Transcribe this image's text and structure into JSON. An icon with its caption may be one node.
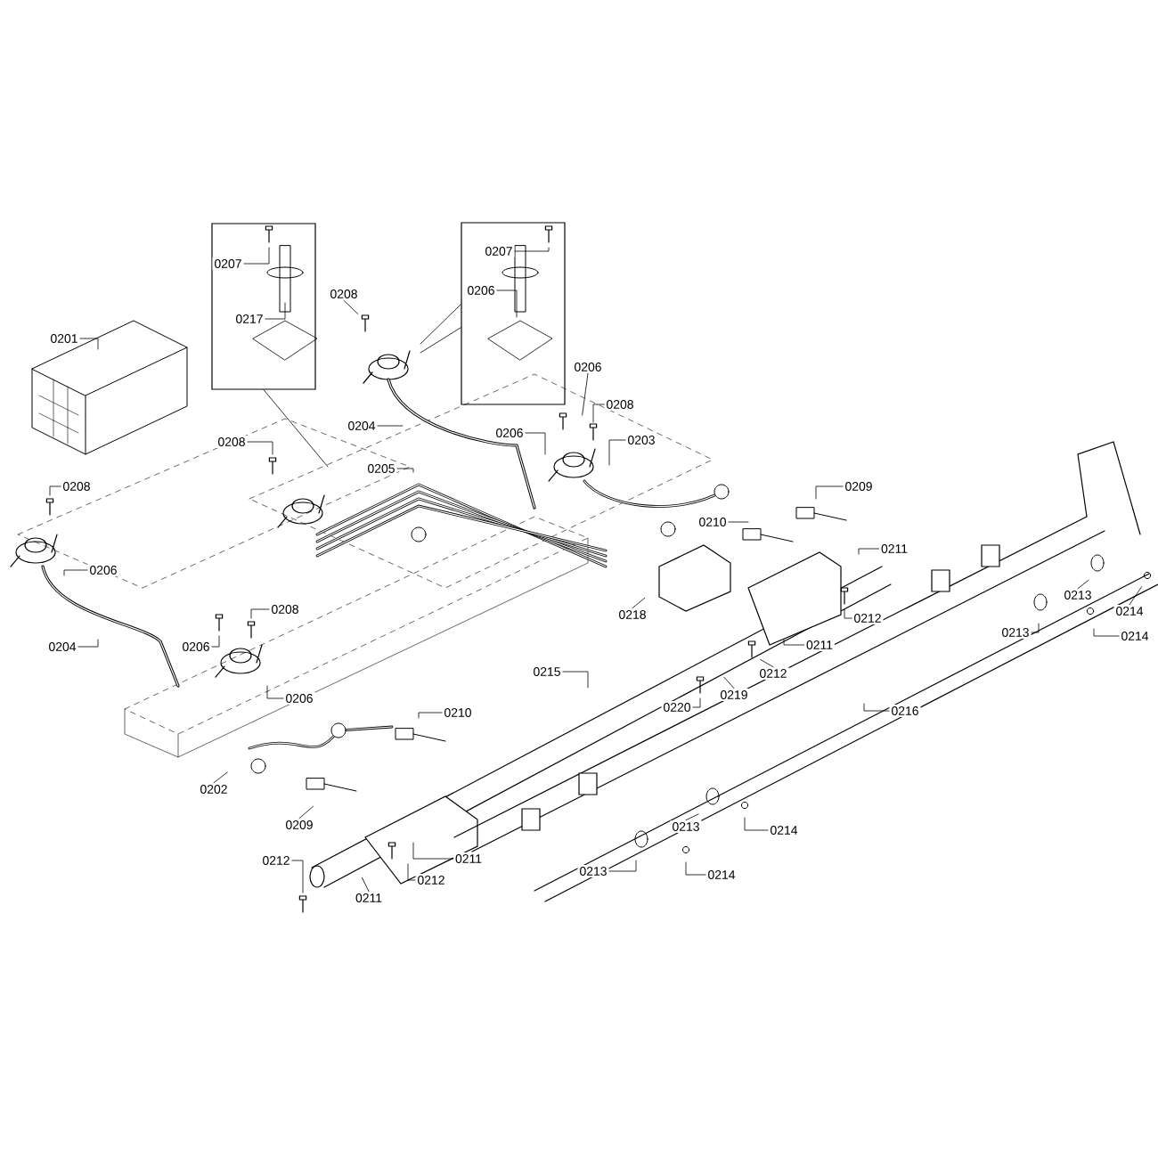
{
  "diagram": {
    "nodes": [
      {
        "text": [],
        "shape": "box"
      },
      {
        "text": [
          "0207"
        ],
        "in": 0
      },
      {
        "text": [
          "0217"
        ],
        "in": 0
      },
      {
        "text": [],
        "shape": "box"
      },
      {
        "text": [
          "0207"
        ],
        "in": 3
      },
      {
        "text": [
          "0206"
        ],
        "in": 3
      },
      {
        "text": [
          "0208"
        ]
      },
      {
        "text": [
          "0201"
        ]
      },
      {
        "text": [
          "0206"
        ]
      },
      {
        "text": [
          "0208"
        ]
      },
      {
        "text": [
          "0204"
        ]
      },
      {
        "text": [
          "0206"
        ]
      },
      {
        "text": [
          "0203"
        ]
      },
      {
        "text": [
          "0208"
        ]
      },
      {
        "text": [
          "0205"
        ]
      },
      {
        "text": [
          "0208"
        ]
      },
      {
        "text": [
          "0209"
        ]
      },
      {
        "text": [
          "0210"
        ]
      },
      {
        "text": [
          "0211"
        ]
      },
      {
        "text": [
          "0206"
        ]
      },
      {
        "text": [
          "0208"
        ]
      },
      {
        "text": [
          "0213"
        ]
      },
      {
        "text": [
          "0214"
        ]
      },
      {
        "text": [
          "0218"
        ]
      },
      {
        "text": [
          "0212"
        ]
      },
      {
        "text": [
          "0213"
        ]
      },
      {
        "text": [
          "0214"
        ]
      },
      {
        "text": [
          "0206"
        ]
      },
      {
        "text": [
          "0204"
        ]
      },
      {
        "text": [
          "0211"
        ]
      },
      {
        "text": [
          "0215"
        ]
      },
      {
        "text": [
          "0212"
        ]
      },
      {
        "text": [
          "0219"
        ]
      },
      {
        "text": [
          "0206"
        ]
      },
      {
        "text": [
          "0220"
        ]
      },
      {
        "text": [
          "0216"
        ]
      },
      {
        "text": [
          "0210"
        ]
      },
      {
        "text": [
          "0202"
        ]
      },
      {
        "text": [
          "0209"
        ]
      },
      {
        "text": [
          "0213"
        ]
      },
      {
        "text": [
          "0214"
        ]
      },
      {
        "text": [
          "0211"
        ]
      },
      {
        "text": [
          "0212"
        ]
      },
      {
        "text": [
          "0213"
        ]
      },
      {
        "text": [
          "0214"
        ]
      },
      {
        "text": [
          "0212"
        ]
      },
      {
        "text": [
          "0211"
        ]
      }
    ],
    "edges": [
      {
        "from": 0,
        "to": null,
        "arrow": "none"
      },
      {
        "from": 3,
        "to": null,
        "arrow": "none"
      },
      {
        "from": 3,
        "to": null,
        "arrow": "none"
      },
      {
        "from": 1,
        "to": null,
        "arrow": "none"
      },
      {
        "from": 2,
        "to": null,
        "arrow": "none"
      },
      {
        "from": 4,
        "to": null,
        "arrow": "none"
      },
      {
        "from": 5,
        "to": null,
        "arrow": "none"
      },
      {
        "from": 6,
        "to": null,
        "arrow": "none"
      },
      {
        "from": 7,
        "to": null,
        "arrow": "none"
      },
      {
        "from": 8,
        "to": null,
        "arrow": "none"
      },
      {
        "from": 9,
        "to": null,
        "arrow": "none"
      },
      {
        "from": 10,
        "to": null,
        "arrow": "none"
      },
      {
        "from": 11,
        "to": null,
        "arrow": "none"
      },
      {
        "from": 12,
        "to": null,
        "arrow": "none"
      },
      {
        "from": 13,
        "to": null,
        "arrow": "none"
      },
      {
        "from": 14,
        "to": null,
        "arrow": "none"
      },
      {
        "from": 15,
        "to": null,
        "arrow": "none"
      },
      {
        "from": 16,
        "to": null,
        "arrow": "none"
      },
      {
        "from": 17,
        "to": null,
        "arrow": "none"
      },
      {
        "from": 18,
        "to": null,
        "arrow": "none"
      },
      {
        "from": 19,
        "to": null,
        "arrow": "none"
      },
      {
        "from": 20,
        "to": null,
        "arrow": "none"
      },
      {
        "from": 21,
        "to": null,
        "arrow": "none"
      },
      {
        "from": 22,
        "to": null,
        "arrow": "none"
      },
      {
        "from": 23,
        "to": null,
        "arrow": "none"
      },
      {
        "from": 24,
        "to": null,
        "arrow": "none"
      },
      {
        "from": 25,
        "to": null,
        "arrow": "none"
      },
      {
        "from": 26,
        "to": null,
        "arrow": "none"
      },
      {
        "from": 27,
        "to": null,
        "arrow": "none"
      },
      {
        "from": 28,
        "to": null,
        "arrow": "none"
      },
      {
        "from": 29,
        "to": null,
        "arrow": "none"
      },
      {
        "from": 30,
        "to": null,
        "arrow": "none"
      },
      {
        "from": 31,
        "to": null,
        "arrow": "none"
      },
      {
        "from": 32,
        "to": null,
        "arrow": "none"
      },
      {
        "from": 33,
        "to": null,
        "arrow": "none"
      },
      {
        "from": 34,
        "to": null,
        "arrow": "none"
      },
      {
        "from": 35,
        "to": null,
        "arrow": "none"
      },
      {
        "from": 36,
        "to": null,
        "arrow": "none"
      },
      {
        "from": 37,
        "to": null,
        "arrow": "none"
      },
      {
        "from": 38,
        "to": null,
        "arrow": "none"
      },
      {
        "from": 39,
        "to": null,
        "arrow": "none"
      },
      {
        "from": 40,
        "to": null,
        "arrow": "none"
      },
      {
        "from": 41,
        "to": null,
        "arrow": "none"
      },
      {
        "from": 42,
        "to": null,
        "arrow": "none"
      },
      {
        "from": 43,
        "to": null,
        "arrow": "none"
      },
      {
        "from": 44,
        "to": null,
        "arrow": "none"
      },
      {
        "from": 45,
        "to": null,
        "arrow": "none"
      },
      {
        "from": 46,
        "to": null,
        "arrow": "none"
      }
    ]
  }
}
